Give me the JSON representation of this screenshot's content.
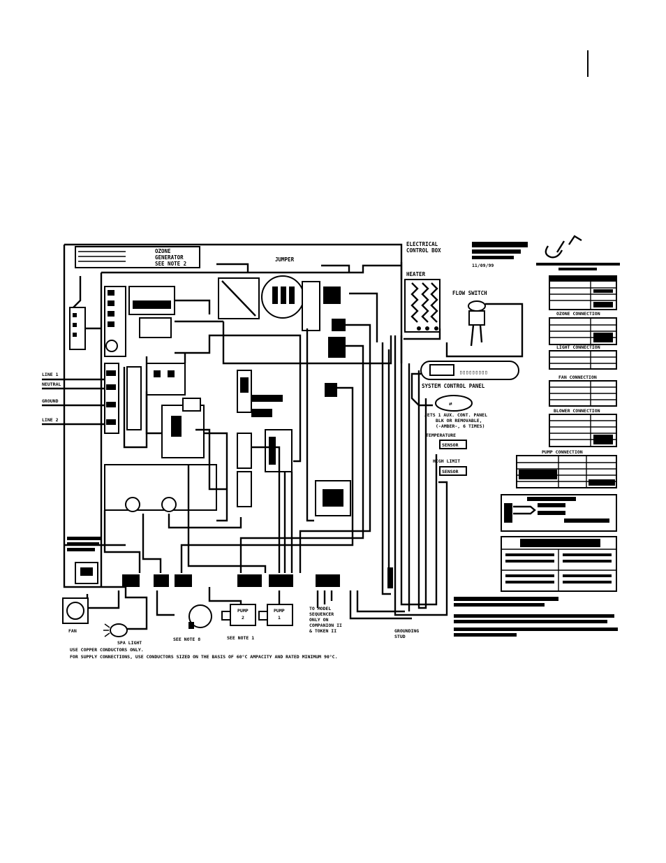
{
  "page": {
    "margin_rule": true
  },
  "diagram": {
    "title_block": {
      "line1": "",
      "line2": "",
      "line3": "",
      "date": "11/09/99",
      "logo_caption": ""
    },
    "labels": {
      "ozone": "OZONE\nGENERATOR\nSEE NOTE 2",
      "circuit_board": "",
      "jumper": "JUMPER",
      "electrical_control_box": "ELECTRICAL\nCONTROL BOX",
      "heater": "HEATER",
      "flow_switch": "FLOW SWITCH",
      "system_control_panel": "SYSTEM CONTROL PANEL",
      "jets_panel": "JETS 1 AUX. CONT. PANEL\nBLK OR REMOVABLE,\n(-AMBER-, 6 TIMES)",
      "temperature_sensor": "TEMPERATURE\nSENSOR",
      "high_limit_sensor": "HIGH LIMIT\nSENSOR",
      "line1": "LINE 1",
      "neutral": "NEUTRAL",
      "ground": "GROUND",
      "line2": "LINE 2",
      "fan": "FAN",
      "spa_light": "SPA LIGHT",
      "blower": "SEE NOTE 8",
      "pump2": "PUMP\n2",
      "pump1": "PUMP\n1",
      "see_note_1": "SEE NOTE 1",
      "to_models": "TO MODEL\nSEQUENCER\nONLY ON\nCOMPANION II\n& TOKEN II",
      "grounding_stud": "GROUNDING\nSTUD",
      "note_copper": "USE COPPER CONDUCTORS ONLY.",
      "note_supply": "FOR SUPPLY CONNECTIONS, USE CONDUCTORS SIZED ON THE BASIS OF 60°C AMPACITY AND RATED MINIMUM 90°C."
    },
    "tables": {
      "connection_table_1": {
        "title": ""
      },
      "ozone_connection": {
        "title": "OZONE CONNECTION"
      },
      "light_connection": {
        "title": "LIGHT CONNECTION"
      },
      "fan_connection": {
        "title": "FAN CONNECTION"
      },
      "blower_connection": {
        "title": "BLOWER CONNECTION"
      },
      "pump_connection": {
        "title": "PUMP CONNECTION"
      },
      "jumper_detail": {
        "title": ""
      },
      "jumper_positions": {
        "title": ""
      }
    }
  }
}
